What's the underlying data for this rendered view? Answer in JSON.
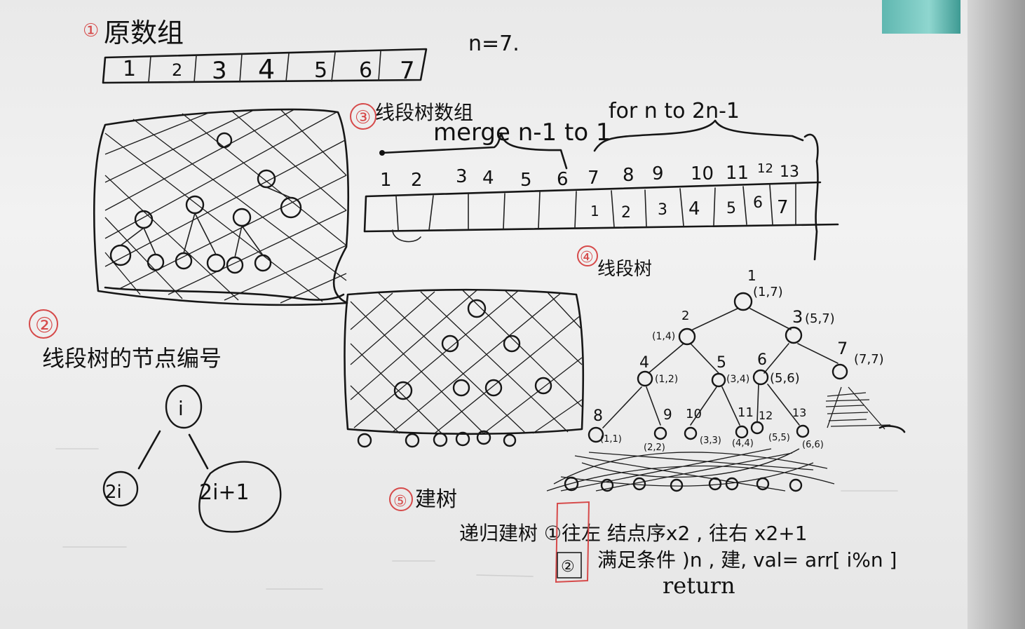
{
  "colors": {
    "ink": "#161616",
    "red_marker": "#d64a4a",
    "paper": "#f2f2f2",
    "tape": "#6ec3bb"
  },
  "section1": {
    "marker": "①",
    "title": "原数组",
    "n_label": "n=7.",
    "cells": [
      "1",
      "2",
      "3",
      "4",
      "5",
      "6",
      "7"
    ]
  },
  "section2": {
    "marker": "②",
    "title": "线段树的节点编号",
    "nodes": {
      "root": "i",
      "left": "2i",
      "right": "2i+1"
    }
  },
  "section3": {
    "marker": "③",
    "title": "线段树数组",
    "merge_label": "merge n-1 to 1",
    "for_label": "for n to 2n-1",
    "indices": [
      "1",
      "2",
      "3",
      "4",
      "5",
      "6",
      "7",
      "8",
      "9",
      "10",
      "11",
      "12",
      "13"
    ],
    "values": [
      "1",
      "2",
      "3",
      "4",
      "5",
      "6",
      "7"
    ]
  },
  "section4": {
    "marker": "④",
    "title": "线段树",
    "nodes": [
      {
        "id": "1",
        "range": "(1,7)"
      },
      {
        "id": "2",
        "range": "(1,4)"
      },
      {
        "id": "3",
        "range": "(5,7)"
      },
      {
        "id": "4",
        "range": "(1,2)"
      },
      {
        "id": "5",
        "range": "(3,4)"
      },
      {
        "id": "6",
        "range": "(5,6)"
      },
      {
        "id": "7",
        "range": "(7,7)"
      },
      {
        "id": "8",
        "range": "(1,1)"
      },
      {
        "id": "9",
        "range": "(2,2)"
      },
      {
        "id": "10",
        "range": "(3,3)"
      },
      {
        "id": "11",
        "range": "(4,4)"
      },
      {
        "id": "12",
        "range": "(5,5)"
      },
      {
        "id": "13",
        "range": "(6,6)"
      }
    ]
  },
  "section5": {
    "marker": "⑤",
    "title": "建树",
    "line1": "递归建树 ①往左  结点序x2 , 往右 x2+1",
    "line2_marker": "②",
    "line2": "满足条件 )n , 建, val= arr[ i%n ]",
    "line3": "return"
  }
}
